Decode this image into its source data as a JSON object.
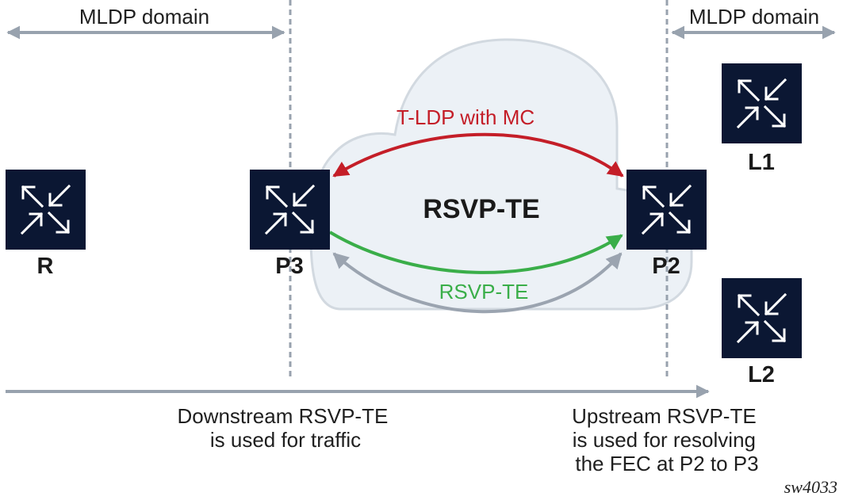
{
  "domains": {
    "left_label": "MLDP domain",
    "right_label": "MLDP domain"
  },
  "cloud": {
    "label": "RSVP-TE"
  },
  "nodes": [
    {
      "id": "R",
      "label": "R"
    },
    {
      "id": "P3",
      "label": "P3"
    },
    {
      "id": "P2",
      "label": "P2"
    },
    {
      "id": "L1",
      "label": "L1"
    },
    {
      "id": "L2",
      "label": "L2"
    }
  ],
  "links": {
    "tldp": {
      "label": "T-LDP with MC",
      "from": "P2",
      "to": "P3",
      "bidirectional": true
    },
    "rsvp_down": {
      "label": "RSVP-TE",
      "from": "P3",
      "to": "P2"
    },
    "rsvp_up": {
      "label": "",
      "from": "P2",
      "to": "P3",
      "bidirectional": true
    }
  },
  "notes": {
    "downstream": [
      "Downstream RSVP-TE",
      "is used for traffic"
    ],
    "upstream": [
      "Upstream RSVP-TE",
      "is used for resolving",
      "the FEC at P2 to P3"
    ]
  },
  "figure_id": "sw4033",
  "colors": {
    "node_fill": "#0b1733",
    "node_icon": "#ffffff",
    "cloud_fill": "#ecf1f6",
    "cloud_stroke": "#d2d9e0",
    "tldp": "#c41e28",
    "rsvp_down": "#3aae49",
    "rsvp_up": "#9ba4b0",
    "domain_arrow": "#98a2ae",
    "divider": "#98a2ae"
  }
}
